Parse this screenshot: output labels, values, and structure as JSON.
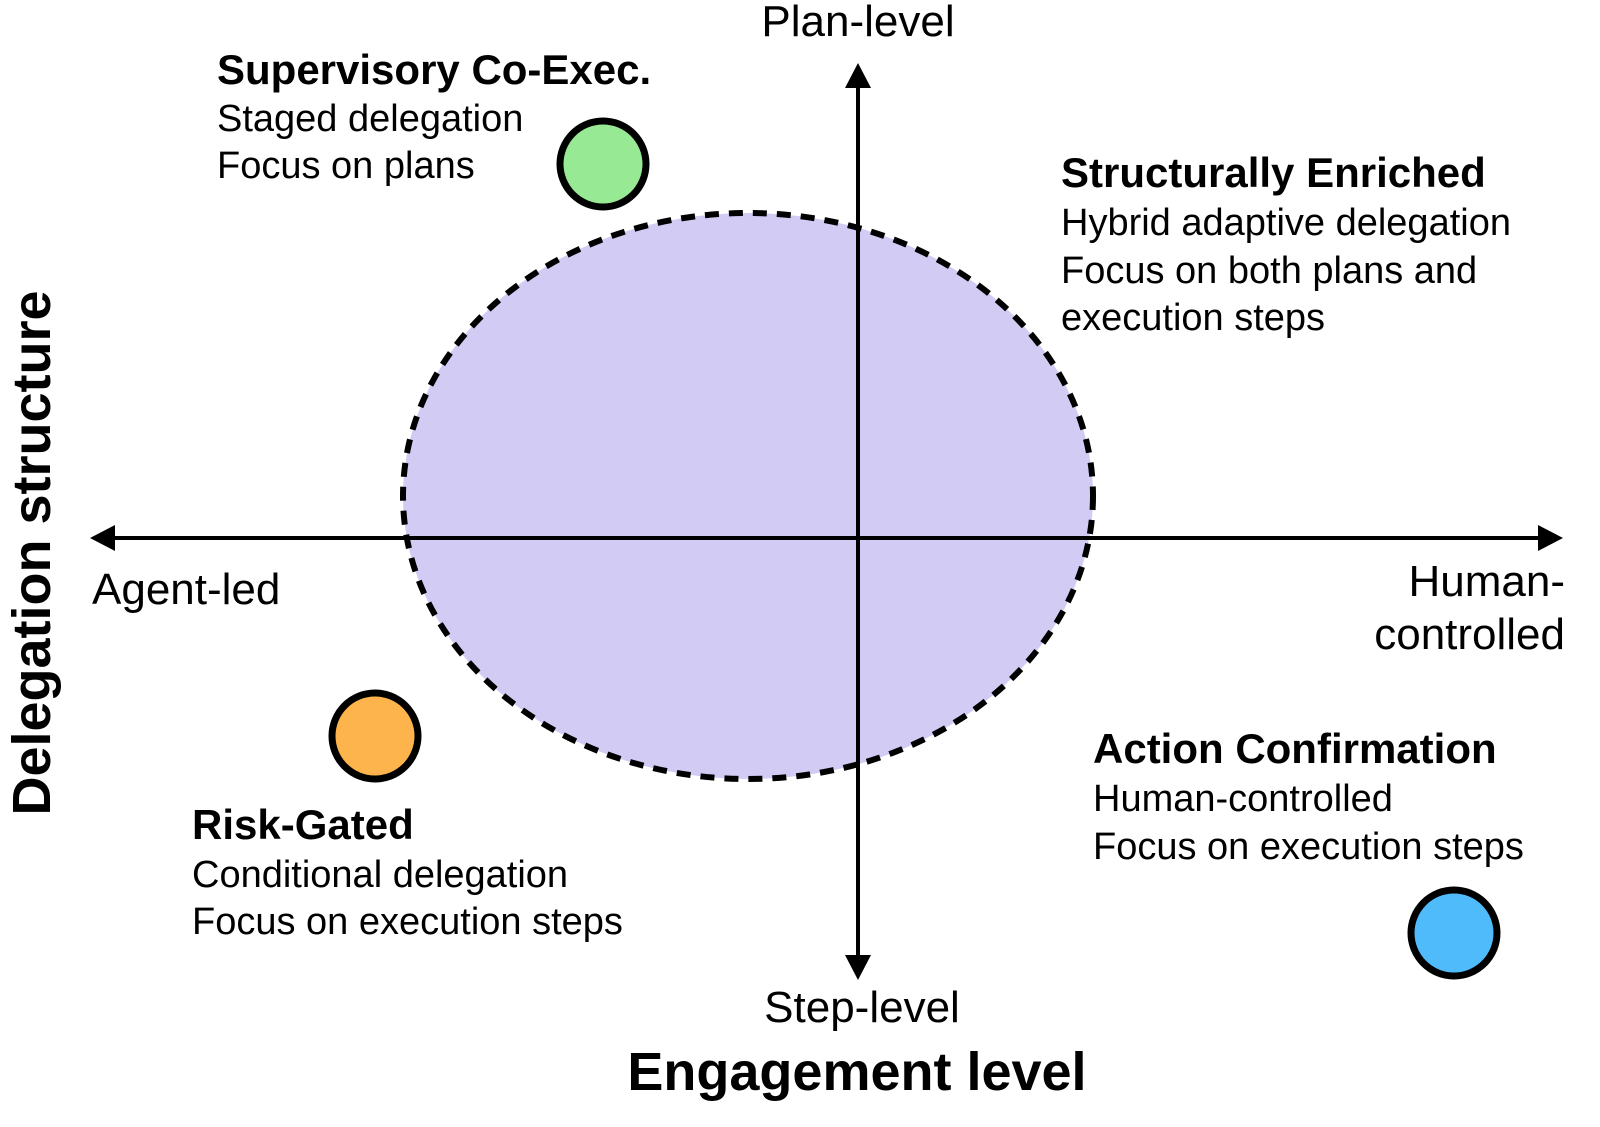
{
  "diagram": {
    "axes": {
      "x_title": "Engagement level",
      "y_title": "Delegation structure",
      "x_left_label": "Agent-led",
      "x_right_label_lines": [
        "Human-",
        "controlled"
      ],
      "y_top_label": "Plan-level",
      "y_bottom_label": "Step-level"
    },
    "quadrants": [
      {
        "id": "supervisory",
        "title": "Supervisory Co-Exec.",
        "lines": [
          "Staged delegation",
          "Focus on plans"
        ],
        "color": "#98E994"
      },
      {
        "id": "structural",
        "title": "Structurally Enriched",
        "lines": [
          "Hybrid adaptive delegation",
          "Focus on both plans and",
          "execution steps"
        ],
        "color": "#D2CCF4"
      },
      {
        "id": "risk",
        "title": "Risk-Gated",
        "lines": [
          "Conditional delegation",
          "Focus on execution steps"
        ],
        "color": "#FDB44C"
      },
      {
        "id": "action",
        "title": "Action Confirmation",
        "lines": [
          "Human-controlled",
          "Focus on execution steps"
        ],
        "color": "#4FBBFB"
      }
    ],
    "colors": {
      "axis": "#000000",
      "ellipse_fill": "#D2CCF4",
      "ellipse_stroke": "#000000",
      "marker_stroke": "#000000"
    }
  }
}
